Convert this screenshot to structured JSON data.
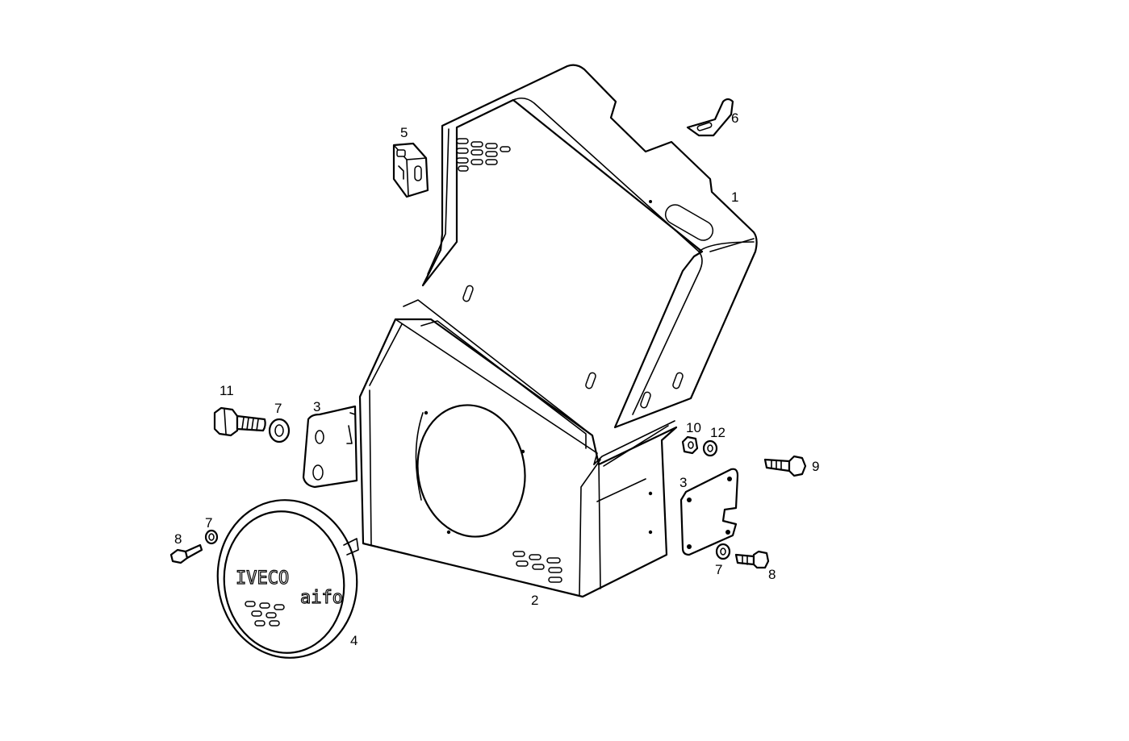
{
  "callouts": [
    {
      "id": "c1",
      "text": "1"
    },
    {
      "id": "c2",
      "text": "2"
    },
    {
      "id": "c3a",
      "text": "3"
    },
    {
      "id": "c3b",
      "text": "3"
    },
    {
      "id": "c4",
      "text": "4"
    },
    {
      "id": "c5",
      "text": "5"
    },
    {
      "id": "c6",
      "text": "6"
    },
    {
      "id": "c7a",
      "text": "7"
    },
    {
      "id": "c7b",
      "text": "7"
    },
    {
      "id": "c7c",
      "text": "7"
    },
    {
      "id": "c8a",
      "text": "8"
    },
    {
      "id": "c8b",
      "text": "8"
    },
    {
      "id": "c9",
      "text": "9"
    },
    {
      "id": "c10",
      "text": "10"
    },
    {
      "id": "c11",
      "text": "11"
    },
    {
      "id": "c12",
      "text": "12"
    }
  ],
  "nameplate": {
    "brand": "IVECO",
    "sub": "aifo"
  }
}
